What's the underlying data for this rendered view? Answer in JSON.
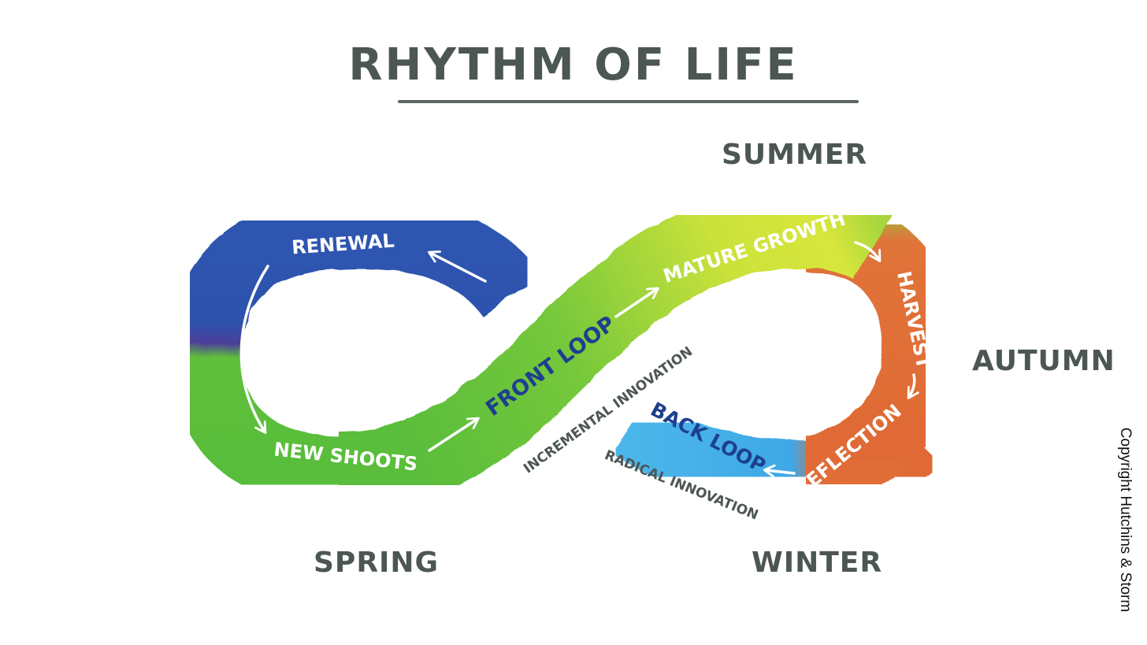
{
  "title": "RHYTHM OF LIFE",
  "seasons": {
    "summer": "SUMMER",
    "autumn": "AUTUMN",
    "spring": "SPRING",
    "winter": "WINTER"
  },
  "stages": {
    "renewal": "RENEWAL",
    "new_shoots": "NEW SHOOTS",
    "front_loop": "FRONT LOOP",
    "mature_growth": "MATURE GROWTH",
    "harvest": "HARVEST",
    "reflection": "REFLECTION",
    "back_loop": "BACK LOOP"
  },
  "annotations": {
    "incremental": "INCREMENTAL INNOVATION",
    "radical": "RADICAL INNOVATION"
  },
  "copyright": "Copyright Hutchins & Storm",
  "colors": {
    "text_dark": "#4c5655",
    "blue_dark": "#2f4fa8",
    "green": "#5cbf3a",
    "yellow_green": "#c7e23a",
    "orange": "#e06a35",
    "light_blue": "#45aee8",
    "label_navy": "#1e3f8f"
  }
}
